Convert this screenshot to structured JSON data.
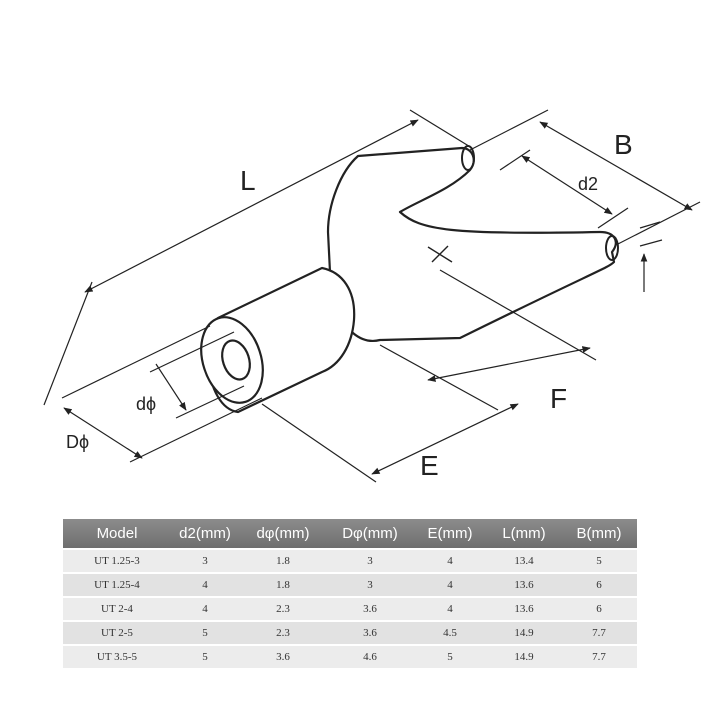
{
  "diagram": {
    "labels": {
      "L": "L",
      "B": "B",
      "d2": "d2",
      "F": "F",
      "E": "E",
      "dphi": "dϕ",
      "Dphi": "Dϕ"
    }
  },
  "table": {
    "headers": [
      "Model",
      "d2(mm)",
      "dφ(mm)",
      "Dφ(mm)",
      "E(mm)",
      "L(mm)",
      "B(mm)"
    ],
    "rows": [
      [
        "UT 1.25-3",
        "3",
        "1.8",
        "3",
        "4",
        "13.4",
        "5"
      ],
      [
        "UT 1.25-4",
        "4",
        "1.8",
        "3",
        "4",
        "13.6",
        "6"
      ],
      [
        "UT 2-4",
        "4",
        "2.3",
        "3.6",
        "4",
        "13.6",
        "6"
      ],
      [
        "UT 2-5",
        "5",
        "2.3",
        "3.6",
        "4.5",
        "14.9",
        "7.7"
      ],
      [
        "UT 3.5-5",
        "5",
        "3.6",
        "4.6",
        "5",
        "14.9",
        "7.7"
      ]
    ]
  }
}
